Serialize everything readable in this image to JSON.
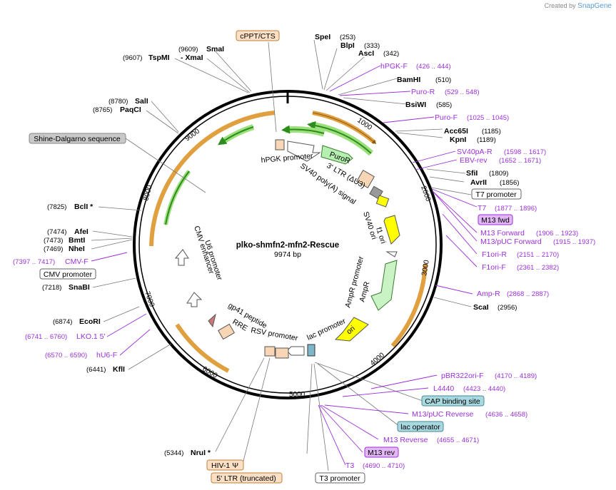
{
  "branding": {
    "created_by": "Created by",
    "product": "SnapGene"
  },
  "plasmid": {
    "name": "plko-shmfn2-mfn2-Rescue",
    "size": "9974 bp"
  },
  "ticks": [
    "1000",
    "2000",
    "3000",
    "4000",
    "5000",
    "6000",
    "7000",
    "8000",
    "9000"
  ],
  "sites": [
    {
      "name": "SpeI",
      "pos": "(253)"
    },
    {
      "name": "BlpI",
      "pos": "(333)"
    },
    {
      "name": "AscI",
      "pos": "(342)"
    },
    {
      "name": "BamHI",
      "pos": "(510)"
    },
    {
      "name": "BsiWI",
      "pos": "(585)"
    },
    {
      "name": "Acc65I",
      "pos": "(1185)"
    },
    {
      "name": "KpnI",
      "pos": "(1189)"
    },
    {
      "name": "SfiI",
      "pos": "(1809)"
    },
    {
      "name": "AvrII",
      "pos": "(1856)"
    },
    {
      "name": "ScaI",
      "pos": "(2956)"
    },
    {
      "name": "SmaI",
      "pos": "(9609)"
    },
    {
      "name": "- XmaI",
      "pos": "(9607)"
    },
    {
      "name": "TspMI",
      "pos": "(9607)"
    },
    {
      "name": "SalI",
      "pos": "(8780)"
    },
    {
      "name": "PaqCI",
      "pos": "(8765)"
    },
    {
      "name": "BclI *",
      "pos": "(7825)"
    },
    {
      "name": "AfeI",
      "pos": "(7474)"
    },
    {
      "name": "BmtI",
      "pos": "(7473)"
    },
    {
      "name": "NheI",
      "pos": "(7469)"
    },
    {
      "name": "SnaBI",
      "pos": "(7218)"
    },
    {
      "name": "EcoRI",
      "pos": "(6874)"
    },
    {
      "name": "KflI",
      "pos": "(6441)"
    },
    {
      "name": "NruI *",
      "pos": "(5344)"
    }
  ],
  "primers": [
    {
      "name": "hPGK-F",
      "pos": "(426 .. 444)"
    },
    {
      "name": "Puro-R",
      "pos": "(529 .. 548)"
    },
    {
      "name": "Puro-F",
      "pos": "(1025 .. 1045)"
    },
    {
      "name": "SV40pA-R",
      "pos": "(1598 .. 1617)"
    },
    {
      "name": "EBV-rev",
      "pos": "(1652 .. 1671)"
    },
    {
      "name": "T7",
      "pos": "(1877 .. 1896)"
    },
    {
      "name": "M13 Forward",
      "pos": "(1906 .. 1923)"
    },
    {
      "name": "M13/pUC Forward",
      "pos": "(1915 .. 1937)"
    },
    {
      "name": "F1ori-R",
      "pos": "(2151 .. 2170)"
    },
    {
      "name": "F1ori-F",
      "pos": "(2361 .. 2382)"
    },
    {
      "name": "Amp-R",
      "pos": "(2868 .. 2887)"
    },
    {
      "name": "pBR322ori-F",
      "pos": "(4170 .. 4189)"
    },
    {
      "name": "L4440",
      "pos": "(4423 .. 4440)"
    },
    {
      "name": "M13/pUC Reverse",
      "pos": "(4636 .. 4658)"
    },
    {
      "name": "M13 Reverse",
      "pos": "(4655 .. 4671)"
    },
    {
      "name": "T3",
      "pos": "(4690 .. 4710)"
    },
    {
      "name": "CMV-F",
      "pos": "(7397 .. 7417)"
    },
    {
      "name": "LKO.1 5'",
      "pos": "(6741 .. 6760)"
    },
    {
      "name": "hU6-F",
      "pos": "(6570 .. 6590)"
    }
  ],
  "boxed": {
    "cppt": "cPPT/CTS",
    "shine": "Shine-Dalgarno sequence",
    "t7prom": "T7 promoter",
    "m13fwd": "M13 fwd",
    "cmvprom": "CMV promoter",
    "cap": "CAP binding site",
    "lacop": "lac operator",
    "m13rev": "M13 rev",
    "hivpsi": "HIV-1 Ψ",
    "ltr5": "5' LTR (truncated)",
    "t3prom": "T3 promoter"
  },
  "features": {
    "hpgk": "hPGK promoter",
    "puror": "PuroR",
    "ltr3": "3' LTR (ΔU3)",
    "sv40pa": "SV40 poly(A) signal",
    "f1ori": "f1 ori",
    "sv40ori": "SV40 ori",
    "amppromoter": "AmpR promoter",
    "ampr": "AmpR",
    "ori": "ori",
    "lacpromoter": "lac promoter",
    "rsv": "RSV promoter",
    "rre": "RRE",
    "gp41": "gp41 peptide",
    "cmvenh": "CMV enhancer",
    "u6": "U6 promoter"
  },
  "colors": {
    "backbone": "#000000",
    "primer": "#9b30d9",
    "orf_green": "#2e8b1e",
    "orange": "#e0a040",
    "yellow": "#ffff00",
    "promoter_white": "#ffffff"
  }
}
